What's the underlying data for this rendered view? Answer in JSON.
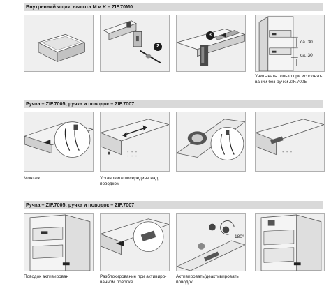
{
  "sections": [
    {
      "title": "Внутренний ящик, высота M и K – ZIF.70M0",
      "steps": [
        "2",
        "3"
      ],
      "dims": [
        "ca. 30",
        "ca. 30"
      ],
      "captions": [
        "",
        "",
        "",
        "Учитывать только при использо-\nвании без ручки ZIF.7005"
      ]
    },
    {
      "title": "Ручка – ZIF.7005; ручка и поводок – ZIF.7007",
      "captions": [
        "Монтаж",
        "Установите посередине над\nповодком",
        "",
        ""
      ]
    },
    {
      "title": "Ручка – ZIF.7005; ручка и поводок – ZIF.7007",
      "dims": [
        "180°"
      ],
      "captions": [
        "Поводок активирован",
        "Разблокирование при активиро-\nванном поводке",
        "Активировать/деактивировать\nповодок",
        ""
      ]
    }
  ]
}
